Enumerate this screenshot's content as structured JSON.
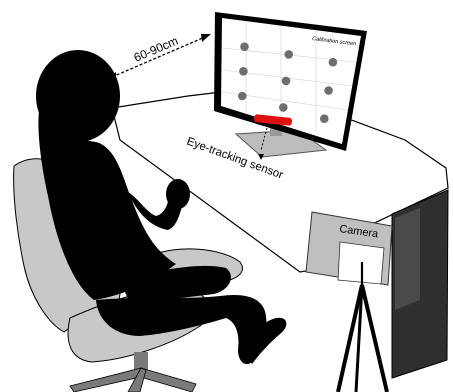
{
  "labels": {
    "distance": "60-90cm",
    "sensor": "Eye-tracking sensor",
    "camera": "Camera",
    "screen_title": "Calibration screen"
  },
  "calibration": {
    "rows": 3,
    "cols": 3,
    "dots": 9
  },
  "colors": {
    "figure": "#000000",
    "chair": "#c8c8c8",
    "chair_base": "#7a7a7a",
    "desk_top": "#ffffff",
    "desk_side": "#2f2f2f",
    "monitor_frame": "#000000",
    "calibration_dot": "#6e6e6e",
    "sensor_bar": "#e01010",
    "monitor_stand": "#bdbdbd",
    "camera_panel": "#bfbfbf"
  },
  "icons": {
    "participant": "person-silhouette-icon",
    "chair": "office-chair-icon",
    "monitor": "monitor-icon",
    "sensor": "eye-tracker-icon",
    "camera": "camera-tripod-icon"
  }
}
